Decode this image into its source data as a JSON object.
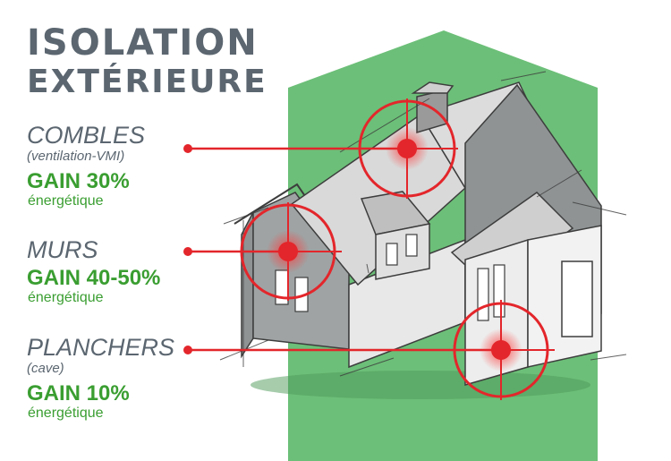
{
  "title": {
    "line1": "ISOLATION",
    "line2": "EXTÉRIEURE"
  },
  "items": [
    {
      "name": "COMBLES",
      "note": "(ventilation-VMI)",
      "gain": "GAIN 30%",
      "sub": "énergétique"
    },
    {
      "name": "MURS",
      "gain": "GAIN 40-50%",
      "sub": "énergétique"
    },
    {
      "name": "PLANCHERS",
      "note": "(cave)",
      "gain": "GAIN 10%",
      "sub": "énergétique"
    }
  ],
  "colors": {
    "background_shape": "#6cbf78",
    "title": "#5b6670",
    "gain_text": "#3a9e31",
    "target": "#e3262b",
    "house_wall_light": "#e6e6e6",
    "house_wall_dark": "#8f9394",
    "roof": "#d9d9d9"
  }
}
